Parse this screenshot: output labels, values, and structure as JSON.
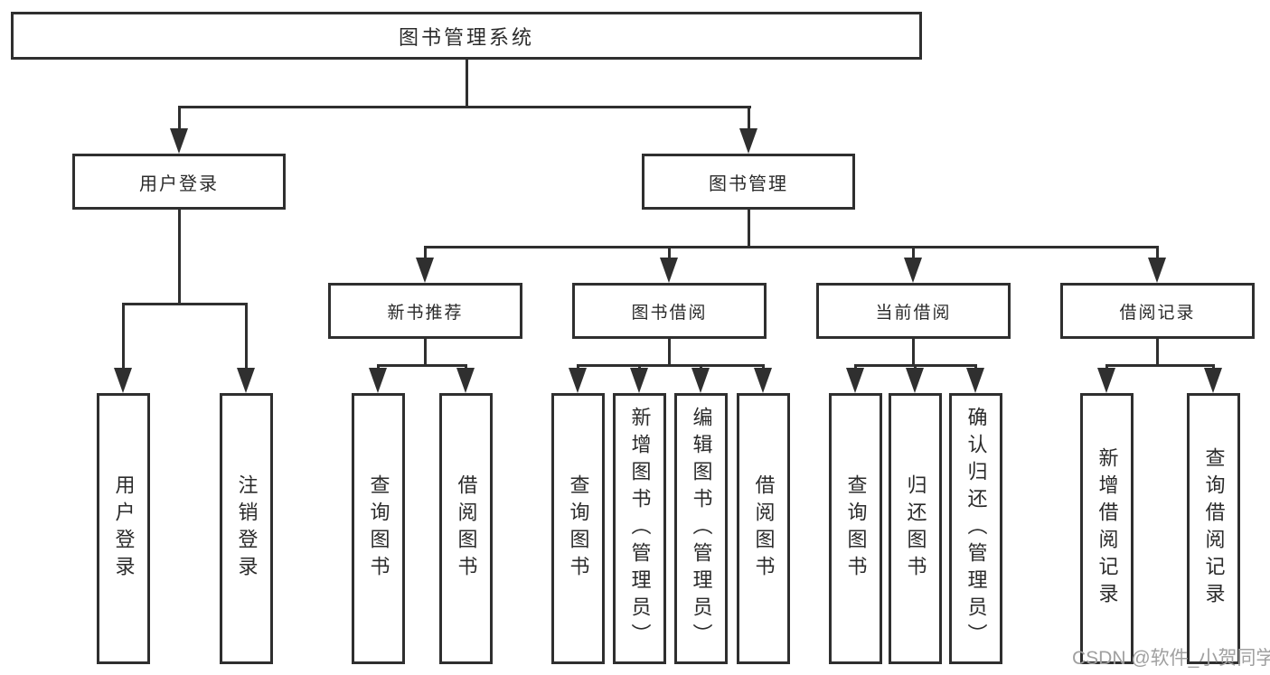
{
  "diagram_title": "图书管理系统",
  "watermark": "CSDN @软件_小贺同学",
  "colors": {
    "line": "#2f2f2f",
    "text": "#2b2b2b",
    "background": "#ffffff",
    "watermark": "#a0a0a0"
  },
  "tree": {
    "label": "图书管理系统",
    "children": [
      {
        "label": "用户登录",
        "children": [
          {
            "label": "用户登录"
          },
          {
            "label": "注销登录"
          }
        ]
      },
      {
        "label": "图书管理",
        "children": [
          {
            "label": "新书推荐",
            "children": [
              {
                "label": "查询图书"
              },
              {
                "label": "借阅图书"
              }
            ]
          },
          {
            "label": "图书借阅",
            "children": [
              {
                "label": "查询图书"
              },
              {
                "label": "新增图书（管理员）"
              },
              {
                "label": "编辑图书（管理员）"
              },
              {
                "label": "借阅图书"
              }
            ]
          },
          {
            "label": "当前借阅",
            "children": [
              {
                "label": "查询图书"
              },
              {
                "label": "归还图书"
              },
              {
                "label": "确认归还（管理员）"
              }
            ]
          },
          {
            "label": "借阅记录",
            "children": [
              {
                "label": "新增借阅记录"
              },
              {
                "label": "查询借阅记录"
              }
            ]
          }
        ]
      }
    ]
  }
}
